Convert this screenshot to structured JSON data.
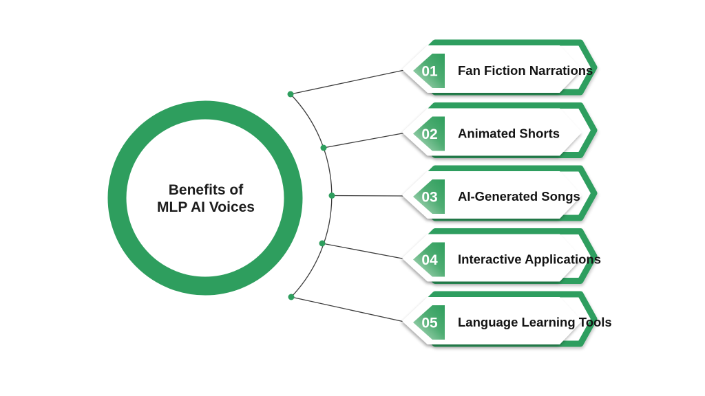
{
  "title": {
    "line1": "Benefits of",
    "line2": "MLP AI Voices"
  },
  "items": [
    {
      "number": "01",
      "label": "Fan Fiction Narrations"
    },
    {
      "number": "02",
      "label": "Animated Shorts"
    },
    {
      "number": "03",
      "label": "AI-Generated Songs"
    },
    {
      "number": "04",
      "label": "Interactive Applications"
    },
    {
      "number": "05",
      "label": "Language Learning Tools"
    }
  ],
  "colors": {
    "green": "#2E9E5E",
    "green_badge_light": "#BBDEC6",
    "text_dark": "#141414",
    "connector_line": "#3b3b3b",
    "background": "#ffffff"
  }
}
